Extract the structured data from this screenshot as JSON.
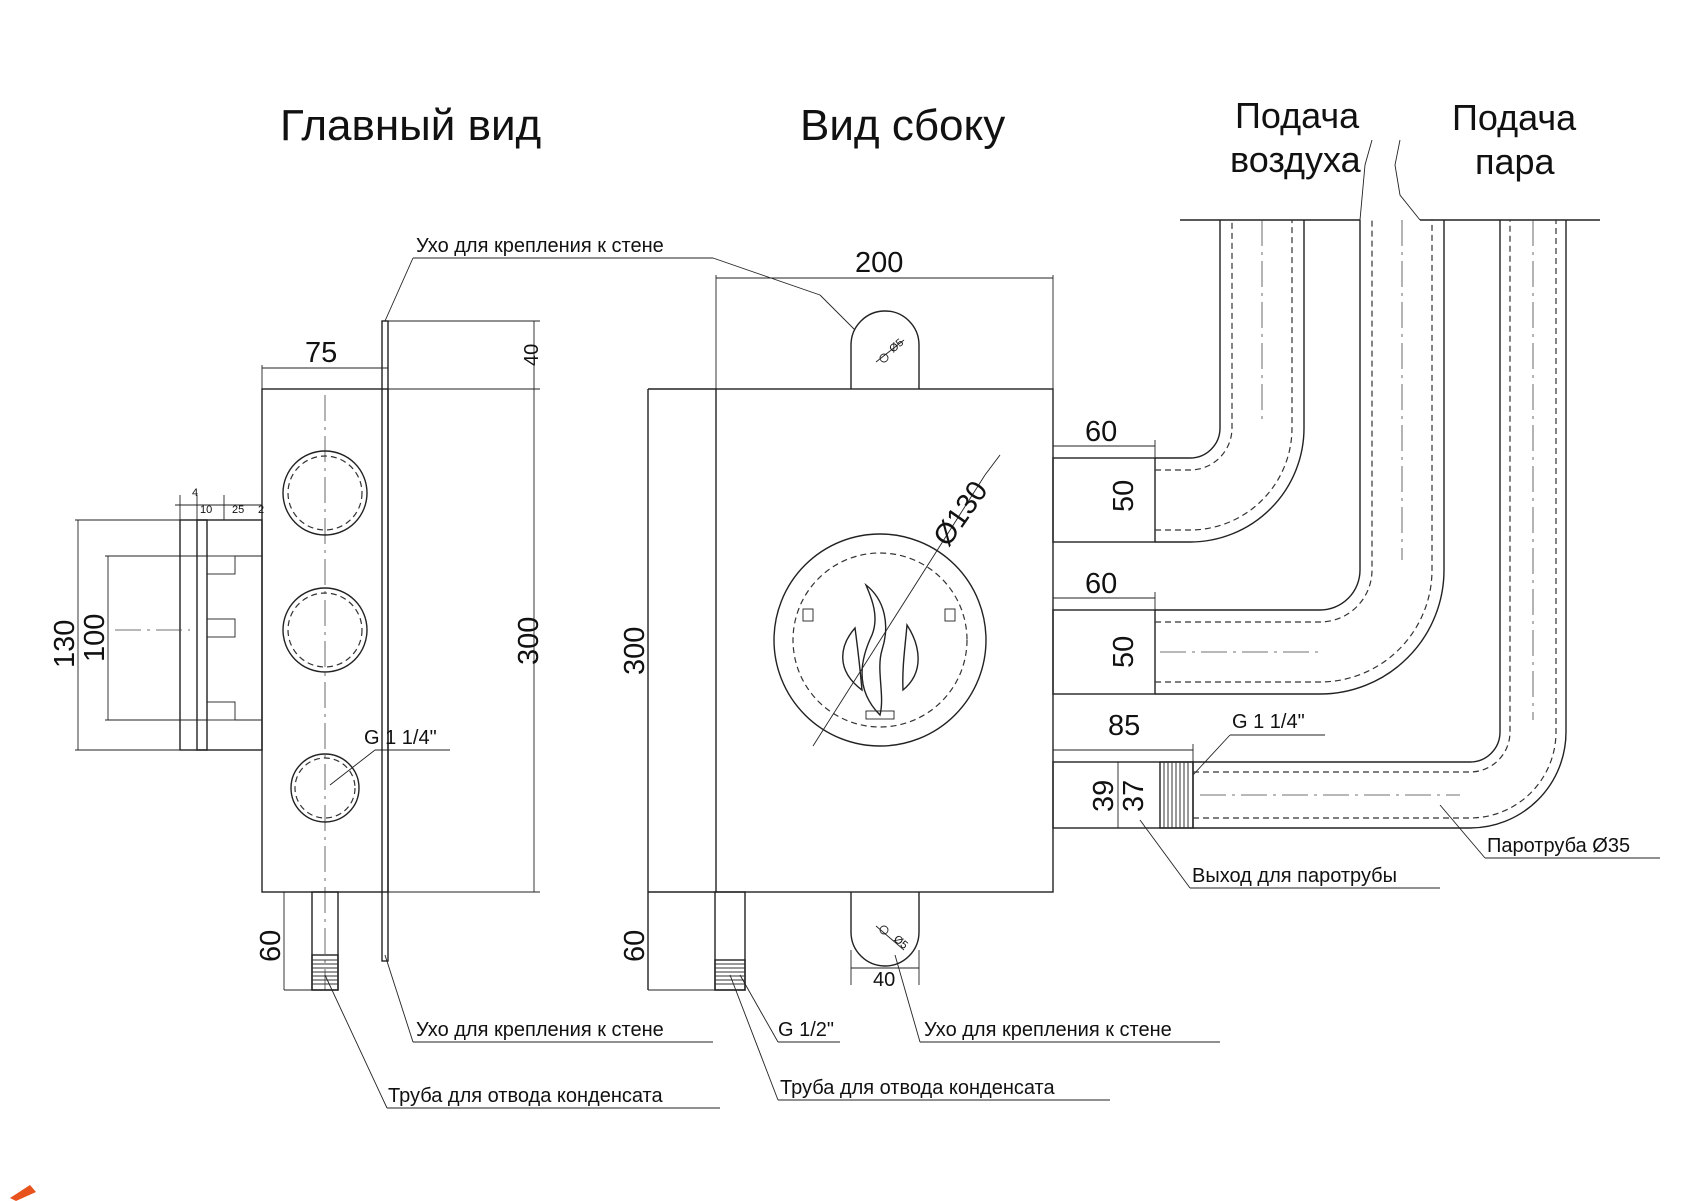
{
  "headings": {
    "main_view": "Главный вид",
    "side_view": "Вид сбоку",
    "air_supply": [
      "Подача",
      "воздуха"
    ],
    "steam_supply": [
      "Подача",
      "пара"
    ]
  },
  "front_dims": {
    "width": "75",
    "ear_height": "40",
    "height": "300",
    "bottom_pipe": "60",
    "outer": "130",
    "inner": "100",
    "small_a": "4",
    "small_b": "10",
    "small_c": "25",
    "small_d": "2"
  },
  "side_dims": {
    "width": "200",
    "diameter": "Ø130",
    "height": "300",
    "bottom_pipe": "60",
    "ear_width": "40",
    "ear_hole": "Ø5",
    "port1_len": "60",
    "port1_dia": "50",
    "port2_len": "60",
    "port2_dia": "50",
    "port3_len": "85",
    "port3_d1": "39",
    "port3_d2": "37"
  },
  "labels": {
    "wall_ear_top": "Ухо для крепления к стене",
    "wall_ear_bottom_front": "Ухо для крепления к стене",
    "wall_ear_bottom_side": "Ухо для крепления к стене",
    "condensate_front": "Труба для отвода конденсата",
    "condensate_side": "Труба для отвода конденсата",
    "thread_front": "G 1 1/4\"",
    "thread_side_top": "G 1 1/4\"",
    "thread_bottom": "G 1/2\"",
    "steam_outlet": "Выход для паротрубы",
    "steam_pipe": "Паротруба Ø35"
  },
  "colors": {
    "line": "#222222",
    "corner_mark": "#e8531d"
  }
}
